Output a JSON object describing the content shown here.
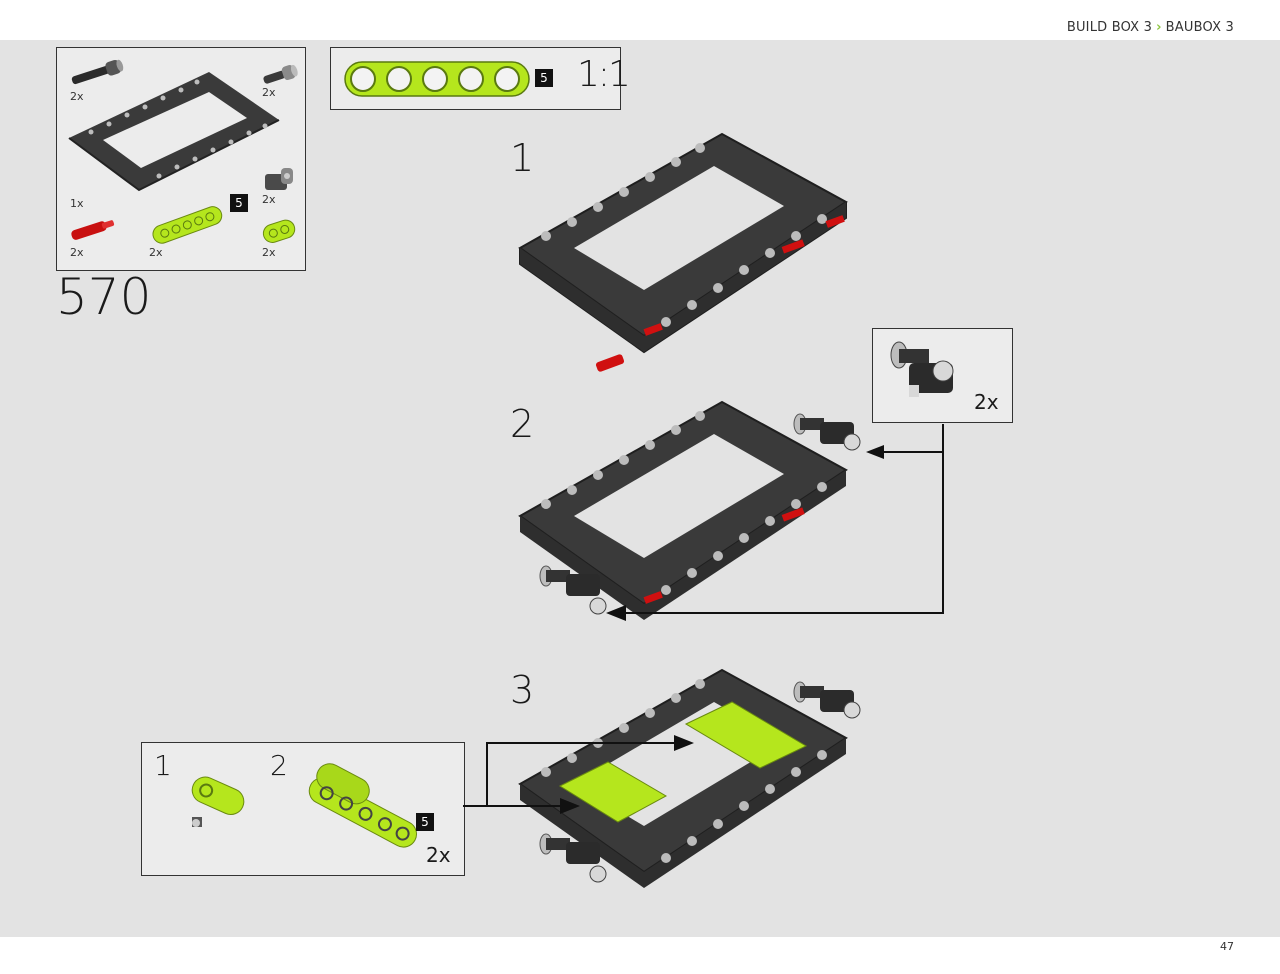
{
  "header": {
    "breadcrumb": [
      "BUILD BOX 3",
      "BAUBOX 3"
    ]
  },
  "footer": {
    "page_number": "47"
  },
  "step": {
    "number": "570"
  },
  "parts_list": {
    "items": [
      {
        "name": "black-axle-pin",
        "qty": "2x"
      },
      {
        "name": "gray-axle-pin",
        "qty": "2x"
      },
      {
        "name": "black-frame",
        "qty": "1x"
      },
      {
        "name": "gray-connector",
        "qty": "2x"
      },
      {
        "name": "red-axle-pin",
        "qty": "2x"
      },
      {
        "name": "lime-beam-5",
        "qty": "2x",
        "badge": "5"
      },
      {
        "name": "lime-beam-2",
        "qty": "2x"
      }
    ]
  },
  "scale_callout": {
    "badge": "5",
    "scale": "1:1"
  },
  "substeps": [
    {
      "label": "1"
    },
    {
      "label": "2",
      "callout_qty": "2x"
    },
    {
      "label": "3",
      "callout": {
        "step1": "1",
        "step2": "2",
        "badge": "5",
        "qty": "2x"
      }
    }
  ],
  "colors": {
    "frame": "#3a3a3a",
    "lime": "#b5e61d",
    "red": "#d01010",
    "accent": "#8cc63f",
    "background": "#e3e3e3"
  }
}
